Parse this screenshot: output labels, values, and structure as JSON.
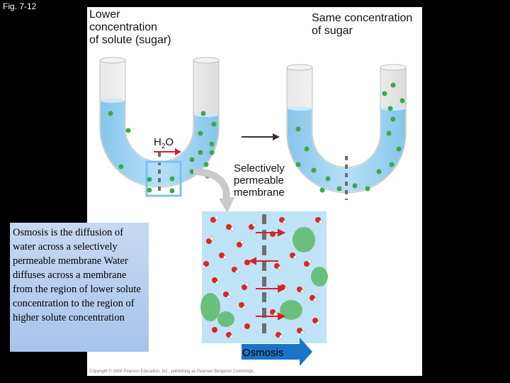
{
  "figure_label": "Fig. 7-12",
  "labels": {
    "lower_concentration": [
      "Lower",
      "concentration",
      "of solute (sugar)"
    ],
    "same_concentration": [
      "Same concentration",
      "of sugar"
    ],
    "water": "H",
    "water_subscript": "2",
    "water_tail": "O",
    "membrane": [
      "Selectively",
      "permeable",
      "membrane"
    ],
    "osmosis": "Osmosis"
  },
  "caption": "Osmosis is the diffusion of water across a selectively permeable membrane Water diffuses across a membrane from the region of lower solute concentration to the region of higher solute concentration",
  "copyright": "Copyright © 2008 Pearson Education, Inc., publishing as Pearson Benjamin Cummings.",
  "colors": {
    "water": "#9ed3f0",
    "water_light": "#bfe3f7",
    "sugar": "#3fa84a",
    "membrane": "#6d6e70",
    "arrow_red": "#d62027",
    "osmosis_arrow": "#1a74c9",
    "caption_bg": "#b3cdee",
    "zoom_box": "#7ec3ee"
  },
  "icons": [
    "sugar-molecule-icon",
    "water-molecule-icon",
    "diffusion-arrow-icon"
  ]
}
